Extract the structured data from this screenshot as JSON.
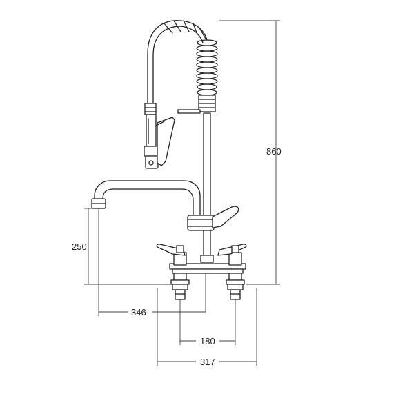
{
  "dimensions": {
    "height_total": "860",
    "spout_height": "250",
    "spout_reach": "346",
    "tap_centres": "180",
    "overall_width": "317"
  }
}
